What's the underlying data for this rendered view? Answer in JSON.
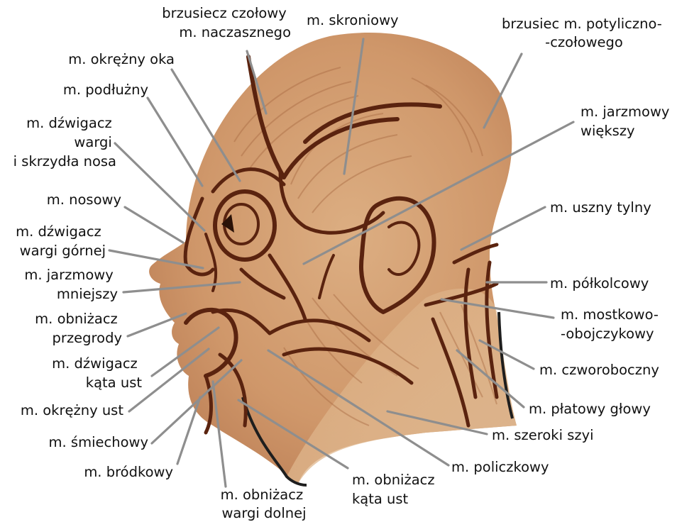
{
  "labels": {
    "frontal_belly": [
      "brzusiecz czołowy",
      "m. naczasznego"
    ],
    "temporalis": [
      "m. skroniowy"
    ],
    "occipitofrontalis": [
      "brzusiec m. potyliczno-",
      "-czołowego"
    ],
    "orbicularis_oculi": [
      "m. okrężny oka"
    ],
    "procerus": [
      "m. podłużny"
    ],
    "levator_labii_alaeque": [
      "m. dźwigacz",
      "wargi",
      "i skrzydła nosa"
    ],
    "zygomaticus_major": [
      "m. jarzmowy",
      "większy"
    ],
    "nasalis": [
      "m. nosowy"
    ],
    "auricularis_posterior": [
      "m. uszny tylny"
    ],
    "levator_labii_superioris": [
      "m. dźwigacz",
      "wargi górnej"
    ],
    "zygomaticus_minor": [
      "m. jarzmowy",
      "mniejszy"
    ],
    "semispinalis": [
      "m. półkolcowy"
    ],
    "depressor_septi": [
      "m. obniżacz",
      "przegrody"
    ],
    "sternocleidomastoid": [
      "m. mostkowo-",
      "-obojczykowy"
    ],
    "levator_anguli_oris": [
      "m. dźwigacz",
      "kąta ust"
    ],
    "trapezius": [
      "m. czworoboczny"
    ],
    "orbicularis_oris": [
      "m. okrężny ust"
    ],
    "splenius_capitis": [
      "m. płatowy głowy"
    ],
    "risorius": [
      "m. śmiechowy"
    ],
    "platysma": [
      "m. szeroki szyi"
    ],
    "mentalis": [
      "m. bródkowy"
    ],
    "buccinator": [
      "m. policzkowy"
    ],
    "depressor_labii_inferioris": [
      "m. obniżacz",
      "wargi dolnej"
    ],
    "depressor_anguli_oris": [
      "m. obniżacz",
      "kąta ust"
    ]
  },
  "colors": {
    "skin": "#d09a6e",
    "skin_light": "#e3bd94",
    "muscle_outline": "#5a230f",
    "leader_line": "#8e8e8e",
    "neck_outline": "#1e1e1e"
  }
}
